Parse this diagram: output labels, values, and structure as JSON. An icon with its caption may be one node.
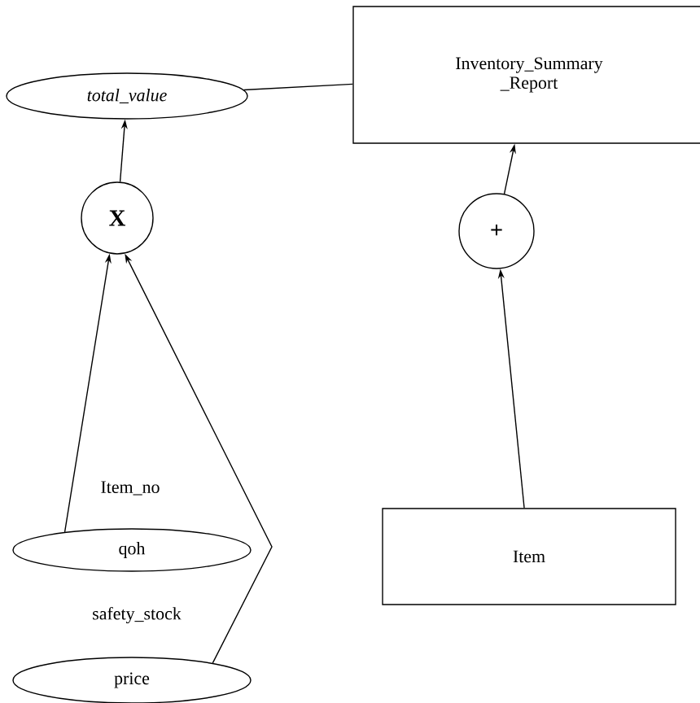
{
  "diagram": {
    "nodes": [
      {
        "text": [
          "total_value"
        ]
      },
      {
        "text": [
          "Inventory_Summary _Report"
        ]
      },
      {
        "text": [
          "X"
        ]
      },
      {
        "text": [
          "+"
        ]
      },
      {
        "text": [
          "qoh"
        ]
      },
      {
        "text": [
          "Item"
        ]
      },
      {
        "text": [
          "price"
        ]
      }
    ],
    "edges": [
      {
        "from": 0,
        "to": 1,
        "arrow": "none"
      },
      {
        "from": 2,
        "to": 0,
        "arrow": "to"
      },
      {
        "from": 3,
        "to": 1,
        "arrow": "to"
      },
      {
        "from": 4,
        "to": 2,
        "arrow": "to"
      },
      {
        "from": 6,
        "to": 2,
        "arrow": "to"
      },
      {
        "from": 5,
        "to": 3,
        "arrow": "to"
      }
    ],
    "labels": [
      "Item_no",
      "safety_stock"
    ]
  }
}
